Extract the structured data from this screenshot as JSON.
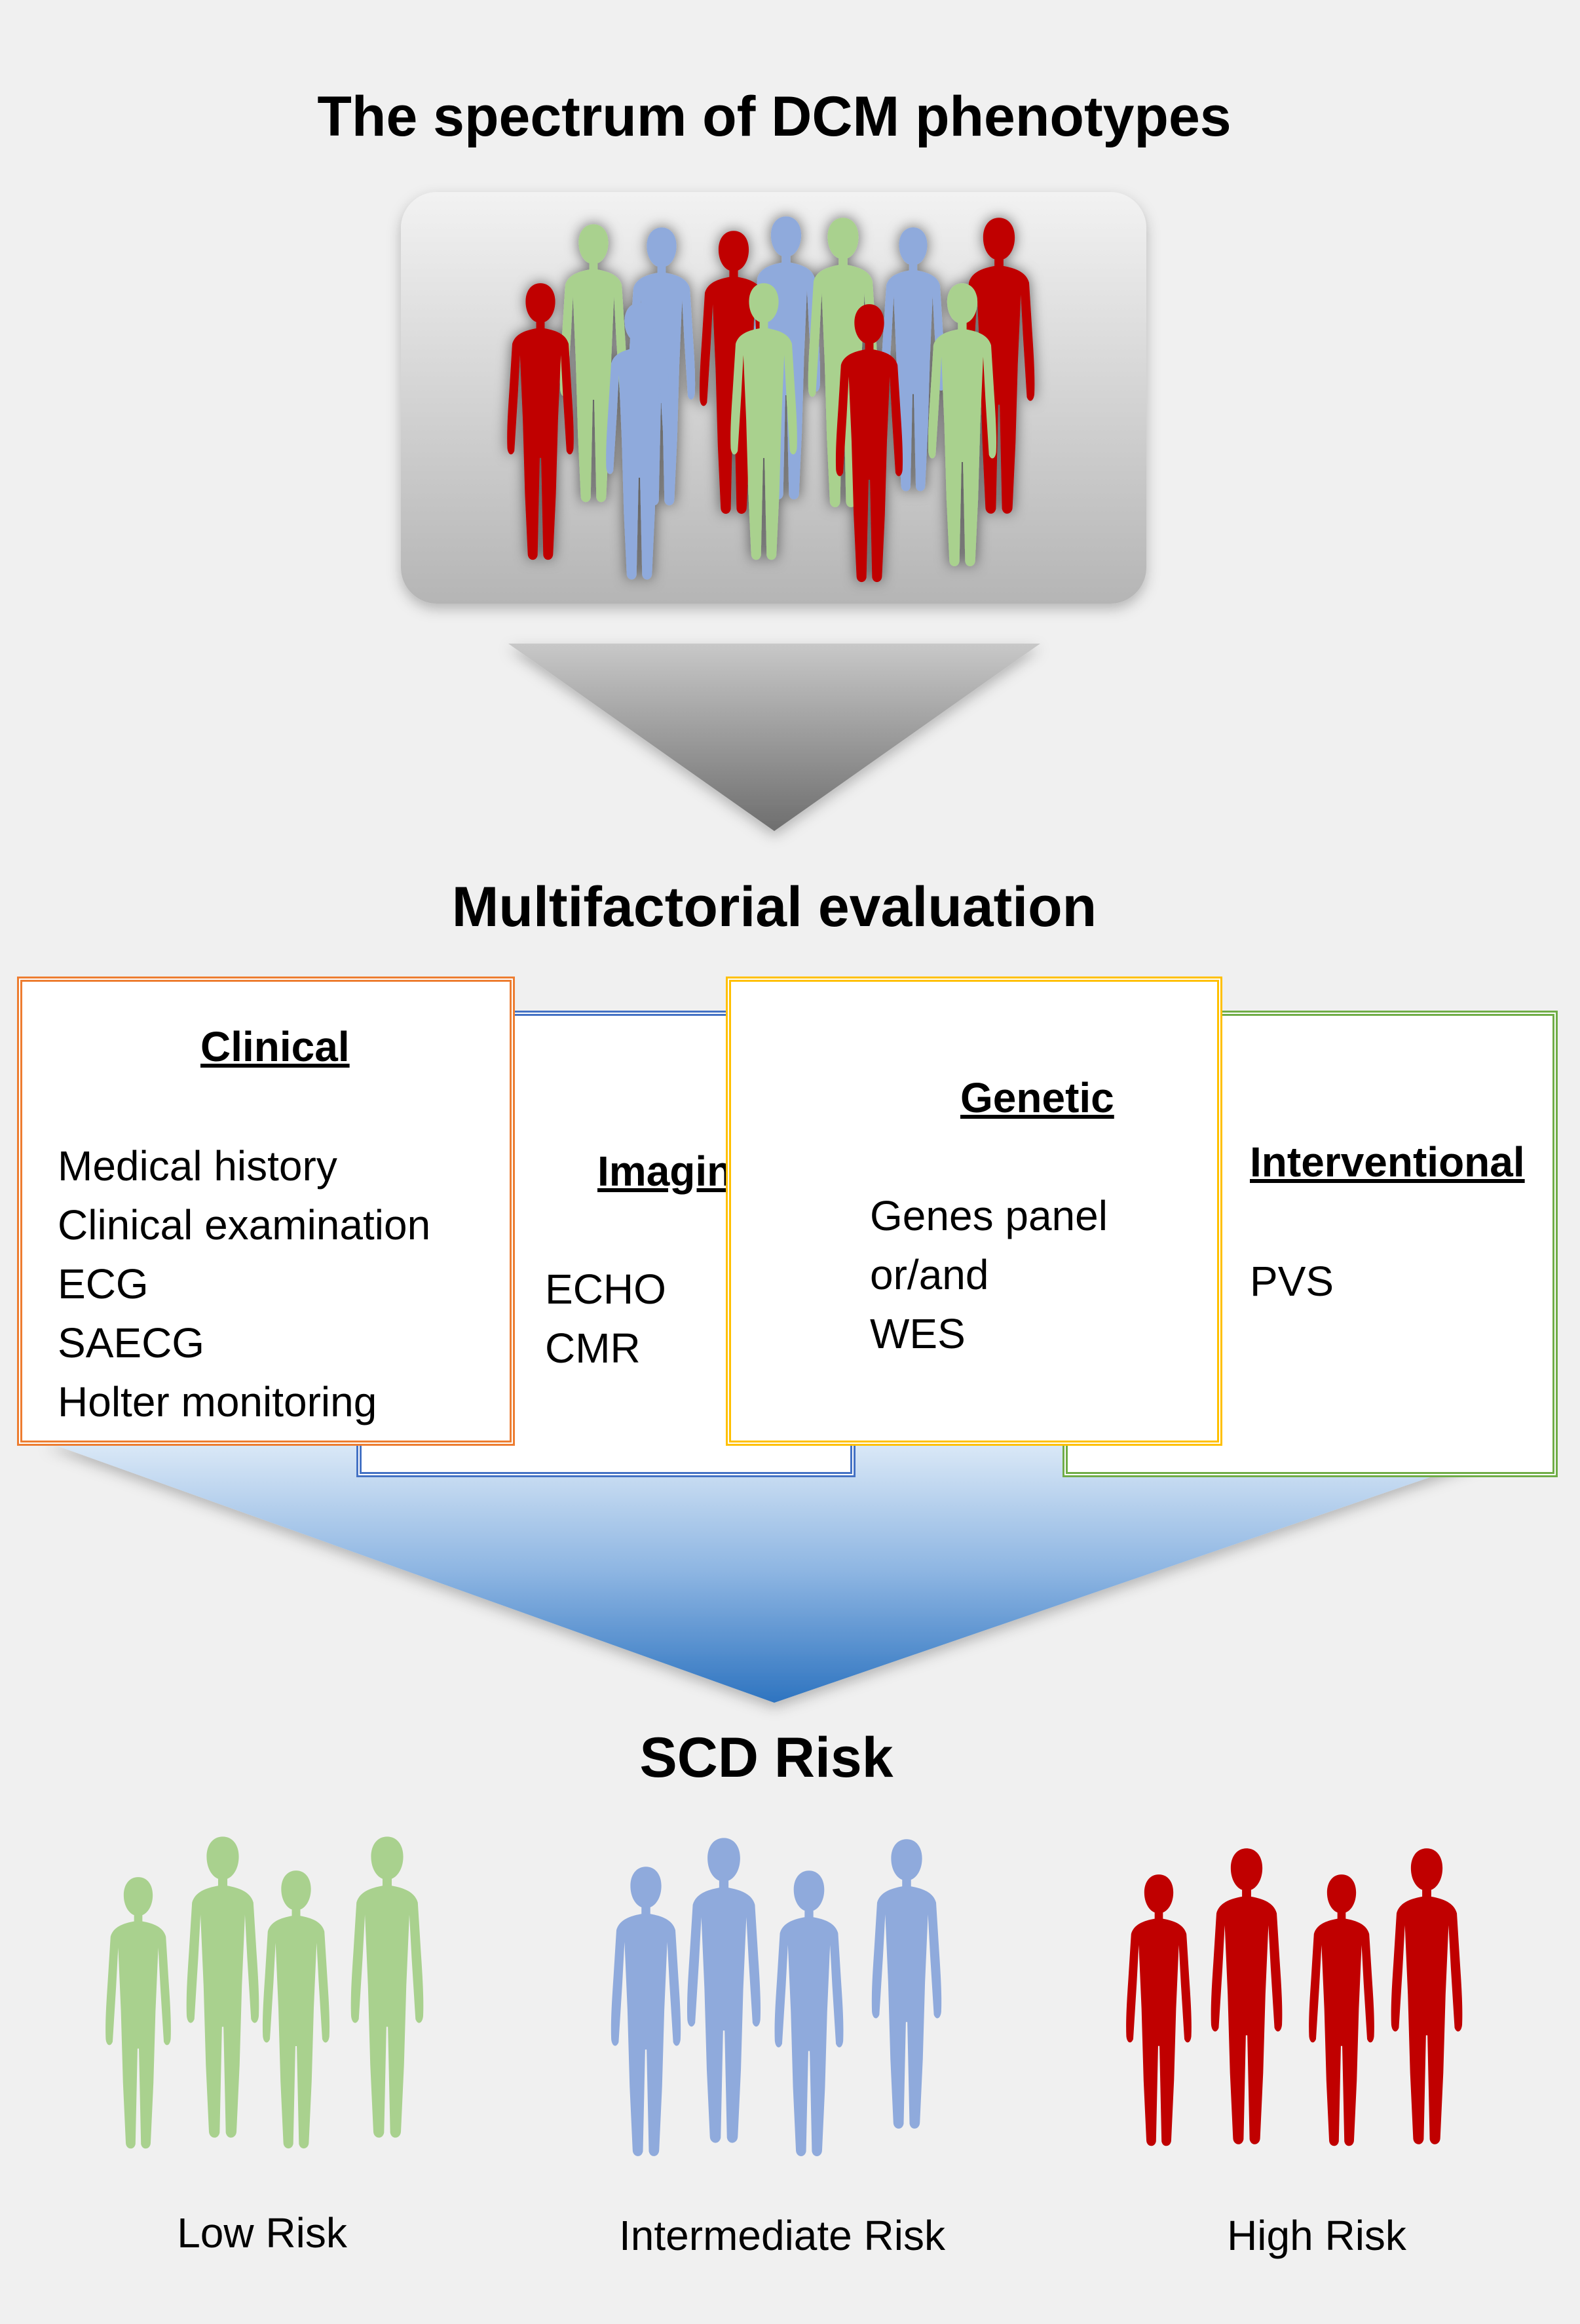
{
  "title": "The spectrum of DCM phenotypes",
  "evaluation_heading": "Multifactorial evaluation",
  "risk_heading": "SCD Risk",
  "colors": {
    "low": "#a9d18e",
    "intermediate": "#8faadc",
    "high": "#c00000",
    "clinical_border": "#ed7d31",
    "imaging_border": "#4472c4",
    "genetic_border": "#ffc000",
    "interventional_border": "#70ad47"
  },
  "boxes": {
    "clinical": {
      "title": "Clinical",
      "items": [
        "Medical history",
        "Clinical examination",
        "ECG",
        "SAECG",
        "Holter monitoring"
      ]
    },
    "imaging": {
      "title": "Imaging",
      "items": [
        "ECHO",
        "CMR"
      ]
    },
    "genetic": {
      "title": "Genetic",
      "items": [
        "Genes panel",
        "or/and",
        "WES"
      ]
    },
    "interventional": {
      "title": "Interventional",
      "items": [
        "PVS"
      ]
    }
  },
  "risk_groups": [
    {
      "label": "Low Risk",
      "color_key": "low"
    },
    {
      "label": "Intermediate Risk",
      "color_key": "intermediate"
    },
    {
      "label": "High Risk",
      "color_key": "high"
    }
  ]
}
